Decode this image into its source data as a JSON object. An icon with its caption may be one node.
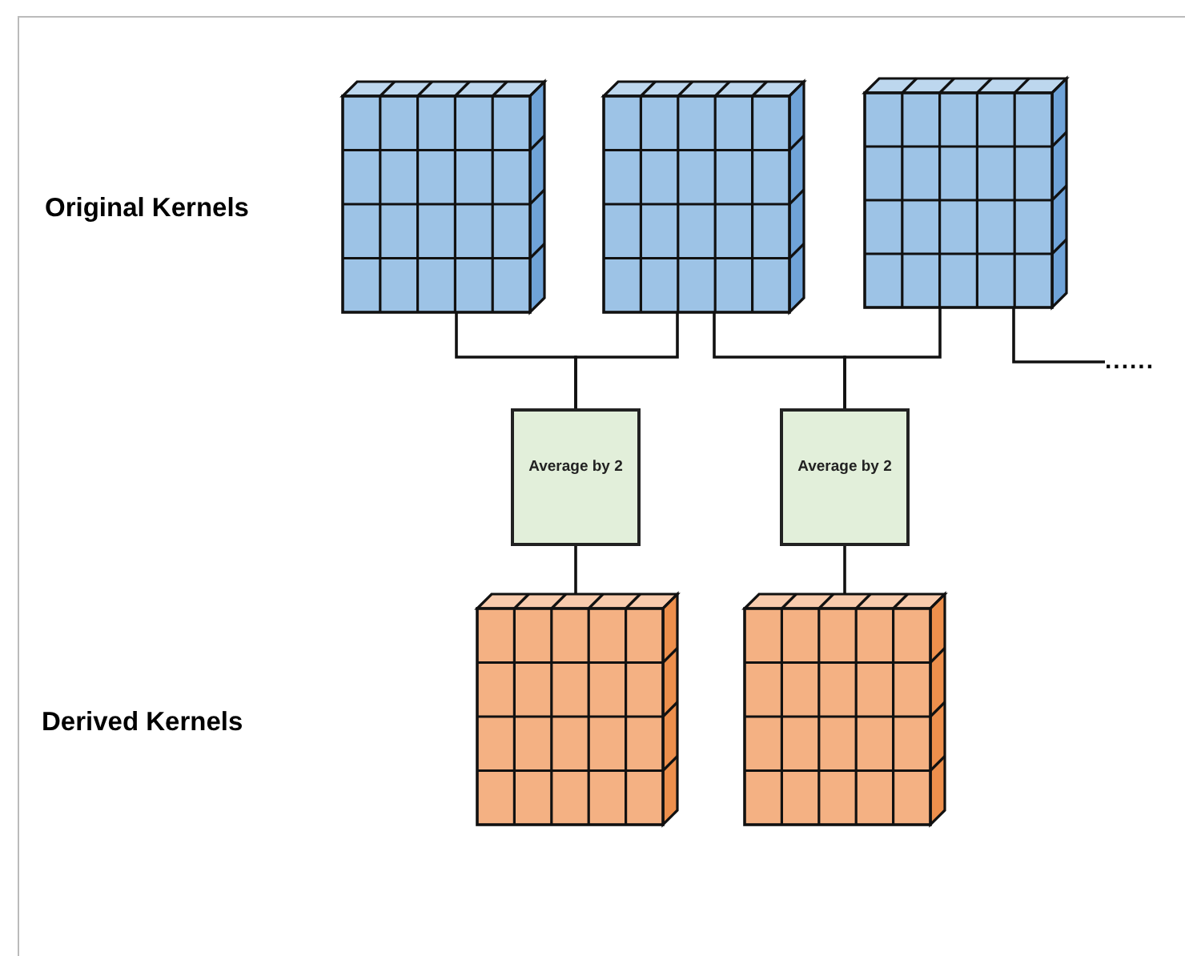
{
  "diagram": {
    "nodes": [
      {
        "text": [],
        "shape": "box"
      },
      {
        "text": [],
        "shape": "box"
      },
      {
        "text": [],
        "shape": "box"
      },
      {
        "text": [
          "Average by 2"
        ]
      },
      {
        "text": [
          "Average by 2"
        ]
      },
      {
        "text": [],
        "shape": "box"
      },
      {
        "text": [],
        "shape": "box"
      },
      {
        "text": [
          "......"
        ]
      }
    ],
    "edges": [
      {
        "from": 0,
        "to": 3,
        "arrow": "none"
      },
      {
        "from": 1,
        "to": 3,
        "arrow": "none"
      },
      {
        "from": 1,
        "to": 4,
        "arrow": "none"
      },
      {
        "from": 2,
        "to": 4,
        "arrow": "none"
      },
      {
        "from": 2,
        "to": 7,
        "arrow": "none"
      },
      {
        "from": 3,
        "to": 5,
        "arrow": "none"
      },
      {
        "from": 4,
        "to": 6,
        "arrow": "none"
      }
    ],
    "labels": [
      "Original Kernels",
      "Derived Kernels"
    ]
  }
}
